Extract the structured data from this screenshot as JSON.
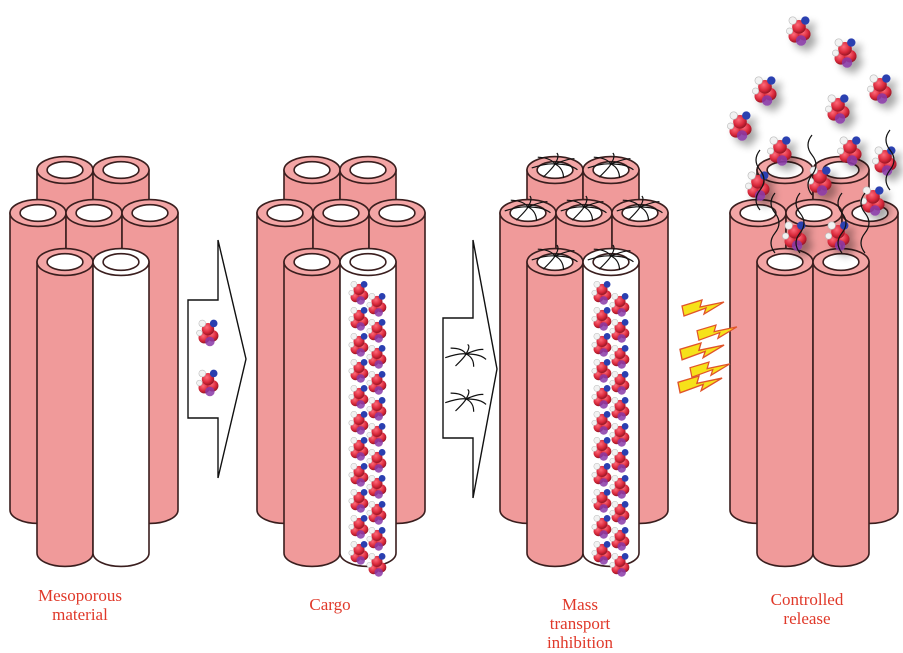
{
  "labels": {
    "stage1": [
      "Mesoporous",
      "material"
    ],
    "stage2": [
      "Cargo"
    ],
    "stage3": [
      "Mass",
      "transport",
      "inhibition"
    ],
    "stage4": [
      "Controlled",
      "release"
    ]
  },
  "colors": {
    "tube_fill": "#f09a9a",
    "tube_top": "#f3a5a5",
    "tube_stroke": "#3a1e1e",
    "empty_tube": "#ffffff",
    "label": "#e0392a",
    "molecule_red": "#d8283a",
    "molecule_purple": "#8a3aa8",
    "molecule_blue": "#2a3fb0",
    "molecule_white": "#f2f2f2",
    "lightning_fill": "#f6e21a",
    "lightning_stroke": "#e0542a",
    "gate_line": "#111111"
  }
}
